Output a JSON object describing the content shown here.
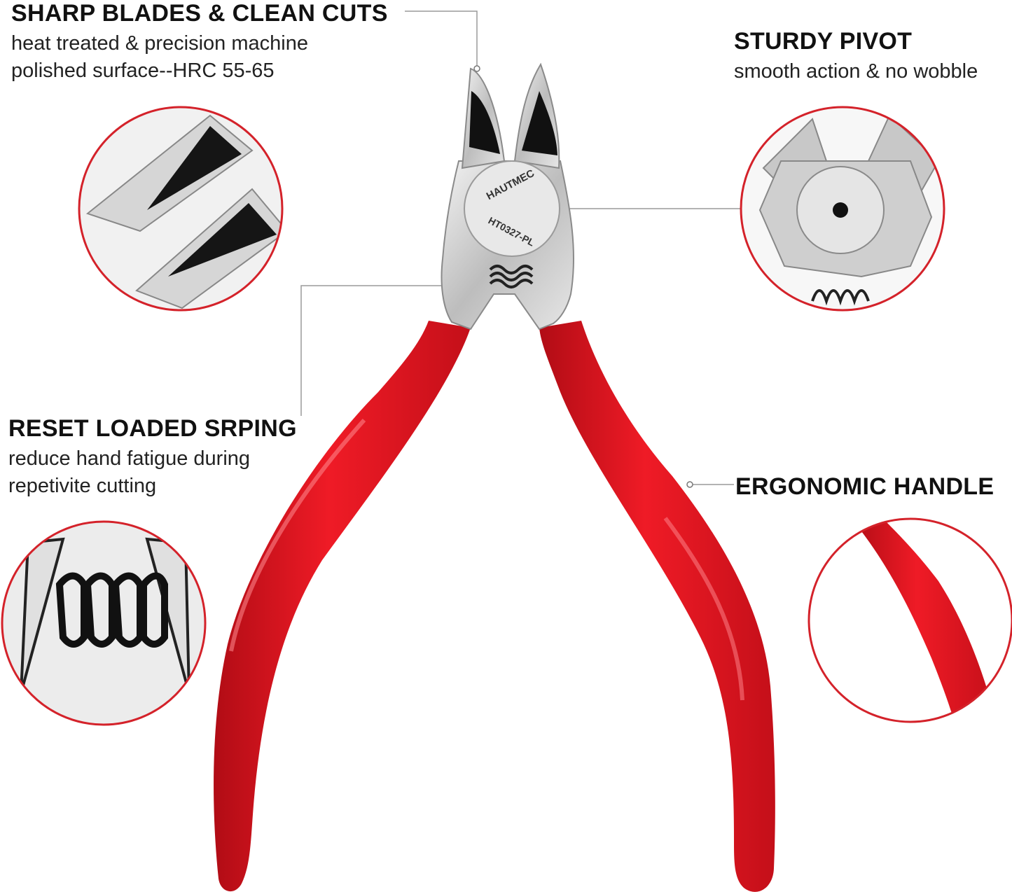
{
  "brand": "HAUTMEC",
  "model": "HT0327-PL",
  "features": {
    "blades": {
      "title": "SHARP BLADES & CLEAN CUTS",
      "desc_line1": "heat treated & precision machine",
      "desc_line2": "polished surface--HRC 55-65"
    },
    "pivot": {
      "title": "STURDY PIVOT",
      "desc_line1": "smooth action & no wobble"
    },
    "spring": {
      "title": "RESET LOADED SRPING",
      "desc_line1": "reduce hand fatigue during",
      "desc_line2": "repetivite cutting"
    },
    "handle": {
      "title": "ERGONOMIC HANDLE"
    }
  },
  "colors": {
    "handle_red": "#e8141f",
    "ring_red": "#d4222a",
    "steel": "#c9c9c9",
    "leader_line": "#9a9a9a"
  },
  "icons": {
    "blades_detail": "blade-closeup-icon",
    "pivot_detail": "pivot-closeup-icon",
    "spring_detail": "spring-closeup-icon",
    "handle_detail": "handle-closeup-icon"
  }
}
